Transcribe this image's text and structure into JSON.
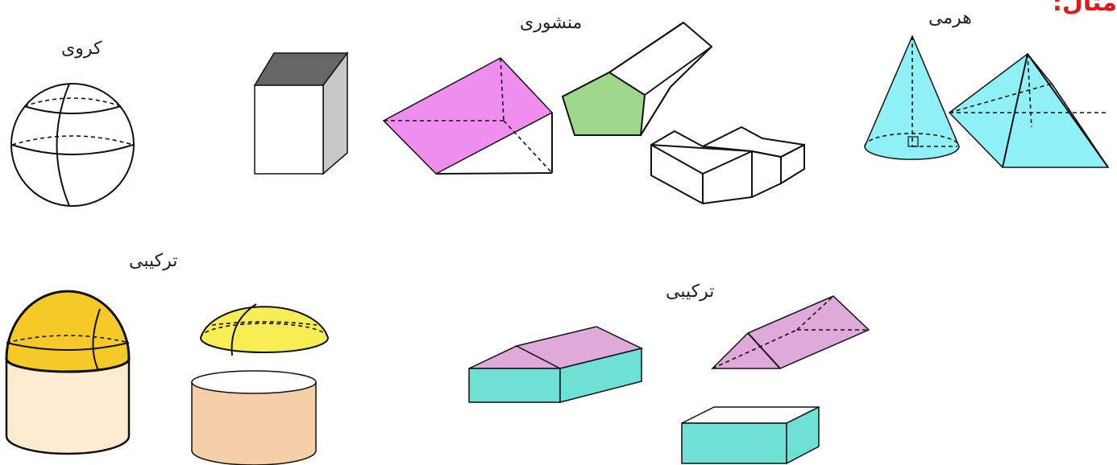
{
  "labels": {
    "sphere": "کروی",
    "prism": "منشوری",
    "pyramid": "هرمی",
    "combined_left": "ترکیبی",
    "combined_right": "ترکیبی"
  },
  "corner_text": "مثال:",
  "colors": {
    "magenta": "#f08ef0",
    "green": "#9fd88a",
    "cyan": "#8ff0f5",
    "gold": "#f5c928",
    "yellow": "#f7ee55",
    "cream": "#fdebd0",
    "peach": "#f5cfa8",
    "lilac": "#dfa9d9",
    "teal": "#6fe0d4",
    "darkgray": "#666666",
    "lightgray": "#c8c8c8"
  }
}
